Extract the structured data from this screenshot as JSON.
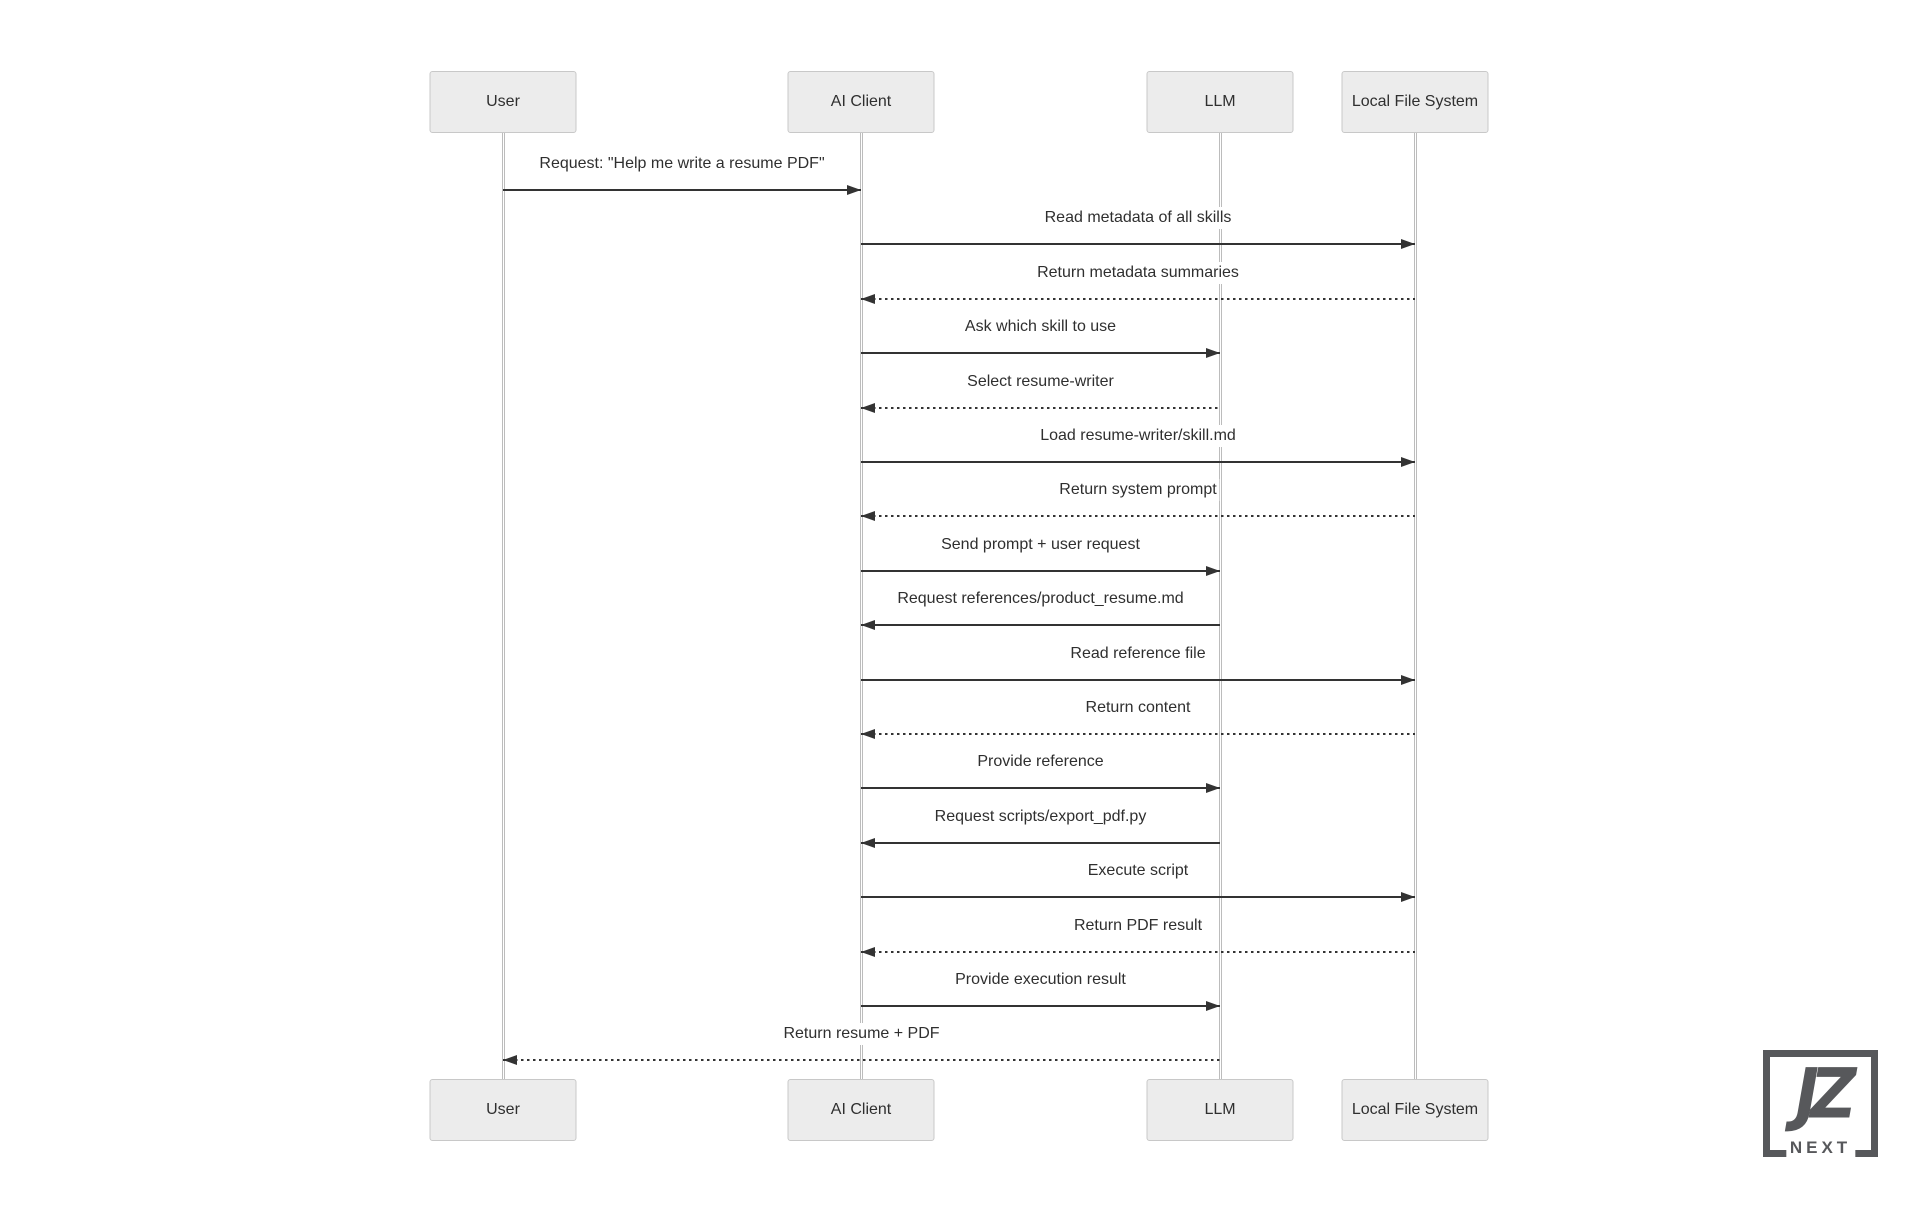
{
  "diagram": {
    "participants": [
      {
        "id": "user",
        "label": "User"
      },
      {
        "id": "ai_client",
        "label": "AI Client"
      },
      {
        "id": "llm",
        "label": "LLM"
      },
      {
        "id": "lfs",
        "label": "Local File System"
      }
    ],
    "messages": [
      {
        "from": "user",
        "to": "ai_client",
        "style": "solid",
        "label": "Request: \"Help me write a resume PDF\""
      },
      {
        "from": "ai_client",
        "to": "lfs",
        "style": "solid",
        "label": "Read metadata of all skills"
      },
      {
        "from": "lfs",
        "to": "ai_client",
        "style": "dotted",
        "label": "Return metadata summaries"
      },
      {
        "from": "ai_client",
        "to": "llm",
        "style": "solid",
        "label": "Ask which skill to use"
      },
      {
        "from": "llm",
        "to": "ai_client",
        "style": "dotted",
        "label": "Select resume-writer"
      },
      {
        "from": "ai_client",
        "to": "lfs",
        "style": "solid",
        "label": "Load resume-writer/skill.md"
      },
      {
        "from": "lfs",
        "to": "ai_client",
        "style": "dotted",
        "label": "Return system prompt"
      },
      {
        "from": "ai_client",
        "to": "llm",
        "style": "solid",
        "label": "Send prompt + user request"
      },
      {
        "from": "llm",
        "to": "ai_client",
        "style": "solid",
        "label": "Request references/product_resume.md"
      },
      {
        "from": "ai_client",
        "to": "lfs",
        "style": "solid",
        "label": "Read reference file"
      },
      {
        "from": "lfs",
        "to": "ai_client",
        "style": "dotted",
        "label": "Return content"
      },
      {
        "from": "ai_client",
        "to": "llm",
        "style": "solid",
        "label": "Provide reference"
      },
      {
        "from": "llm",
        "to": "ai_client",
        "style": "solid",
        "label": "Request scripts/export_pdf.py"
      },
      {
        "from": "ai_client",
        "to": "lfs",
        "style": "solid",
        "label": "Execute script"
      },
      {
        "from": "lfs",
        "to": "ai_client",
        "style": "dotted",
        "label": "Return PDF result"
      },
      {
        "from": "ai_client",
        "to": "llm",
        "style": "solid",
        "label": "Provide execution result"
      },
      {
        "from": "llm",
        "to": "user",
        "style": "dotted",
        "label": "Return resume + PDF"
      }
    ],
    "colors": {
      "actor_fill": "#ececec",
      "actor_border": "#c8c8c8",
      "message_line": "#333333",
      "lifeline": "#bcbcbc",
      "text": "#2f2f2f"
    }
  },
  "logo": {
    "text_main": "JZ",
    "text_sub": "NEXT",
    "color": "#57585b"
  }
}
